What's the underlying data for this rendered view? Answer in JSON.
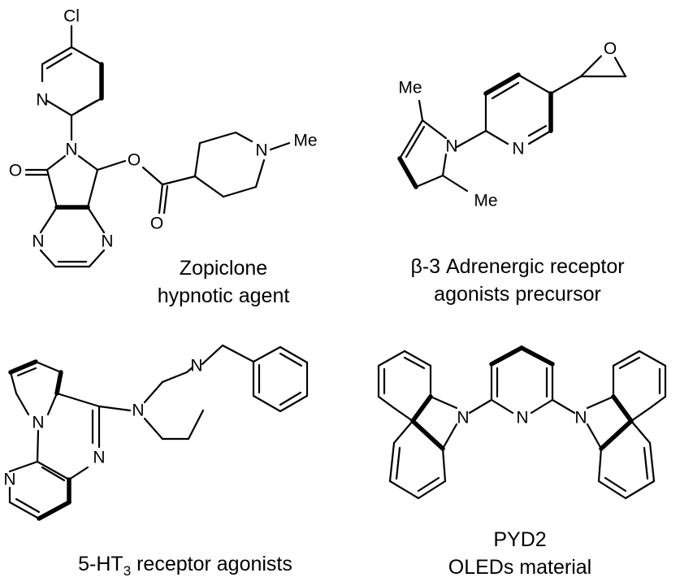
{
  "molecules": {
    "zopiclone": {
      "name": "Zopiclone",
      "description": "hypnotic agent",
      "atoms": {
        "cl": "Cl",
        "n_pyridine": "N",
        "n_lactam": "N",
        "o_carbonyl": "O",
        "o_ester": "O",
        "o_ester_carbonyl": "O",
        "n_pyrazine_left": "N",
        "n_pyrazine_right": "N",
        "n_piperidine": "N",
        "me": "Me"
      }
    },
    "beta3": {
      "name_line1": "β-3 Adrenergic receptor",
      "name_line2": "agonists precursor",
      "atoms": {
        "me_top": "Me",
        "n_pyrrole": "N",
        "me_bottom": "Me",
        "n_pyridine": "N",
        "o_epoxide": "O"
      }
    },
    "ht3": {
      "label_prefix": "5-HT",
      "label_subscript": "3",
      "label_suffix": " receptor agonists",
      "atoms": {
        "n_pyrrole": "N",
        "n_piperazine_left": "N",
        "n_piperazine_right": "N",
        "n_imine": "N",
        "n_pyridine": "N"
      }
    },
    "pyd2": {
      "name": "PYD2",
      "description": "OLEDs material",
      "atoms": {
        "n_carbazole_left": "N",
        "n_pyridine": "N",
        "n_carbazole_right": "N"
      }
    }
  }
}
